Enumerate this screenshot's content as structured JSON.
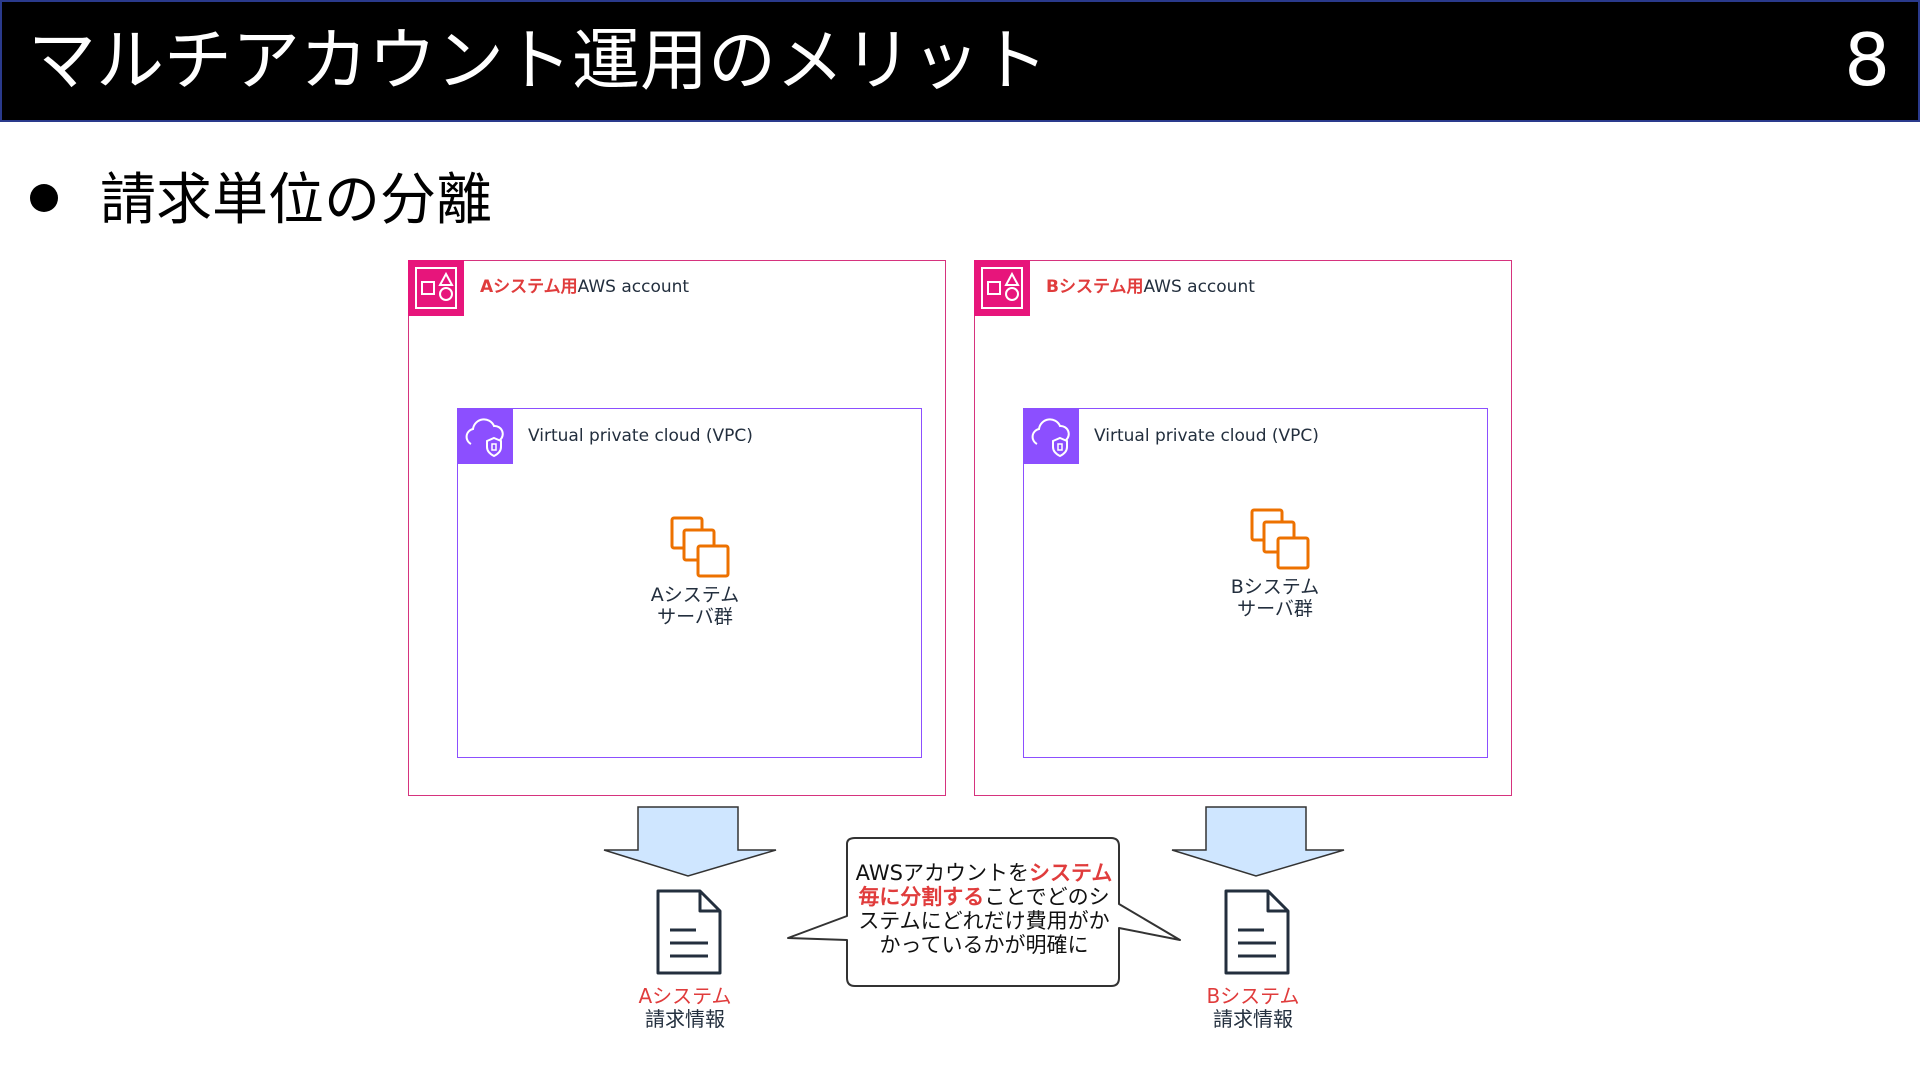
{
  "header": {
    "title": "マルチアカウント運用のメリット",
    "page_number": "8"
  },
  "bullet": {
    "text": "請求単位の分離"
  },
  "accounts": [
    {
      "name_highlight": "Aシステム用",
      "name_rest": "AWS account",
      "vpc_label": "Virtual private cloud (VPC)",
      "server_line1": "Aシステム",
      "server_line2": "サーバ群"
    },
    {
      "name_highlight": "Bシステム用",
      "name_rest": "AWS account",
      "vpc_label": "Virtual private cloud (VPC)",
      "server_line1": "Bシステム",
      "server_line2": "サーバ群"
    }
  ],
  "billing": [
    {
      "line1": "Aシステム",
      "line2": "請求情報"
    },
    {
      "line1": "Bシステム",
      "line2": "請求情報"
    }
  ],
  "callout": {
    "part1": "AWSアカウントを",
    "part2_highlight": "システム毎に分割する",
    "part3": "ことでどのシステムにどれだけ費用がかかっているかが明確に"
  },
  "colors": {
    "account_border": "#d6337e",
    "account_badge": "#e7157b",
    "vpc": "#8c4fff",
    "ec2": "#ed7100",
    "arrow_fill": "#cfe6ff",
    "highlight": "#e03c3c"
  }
}
